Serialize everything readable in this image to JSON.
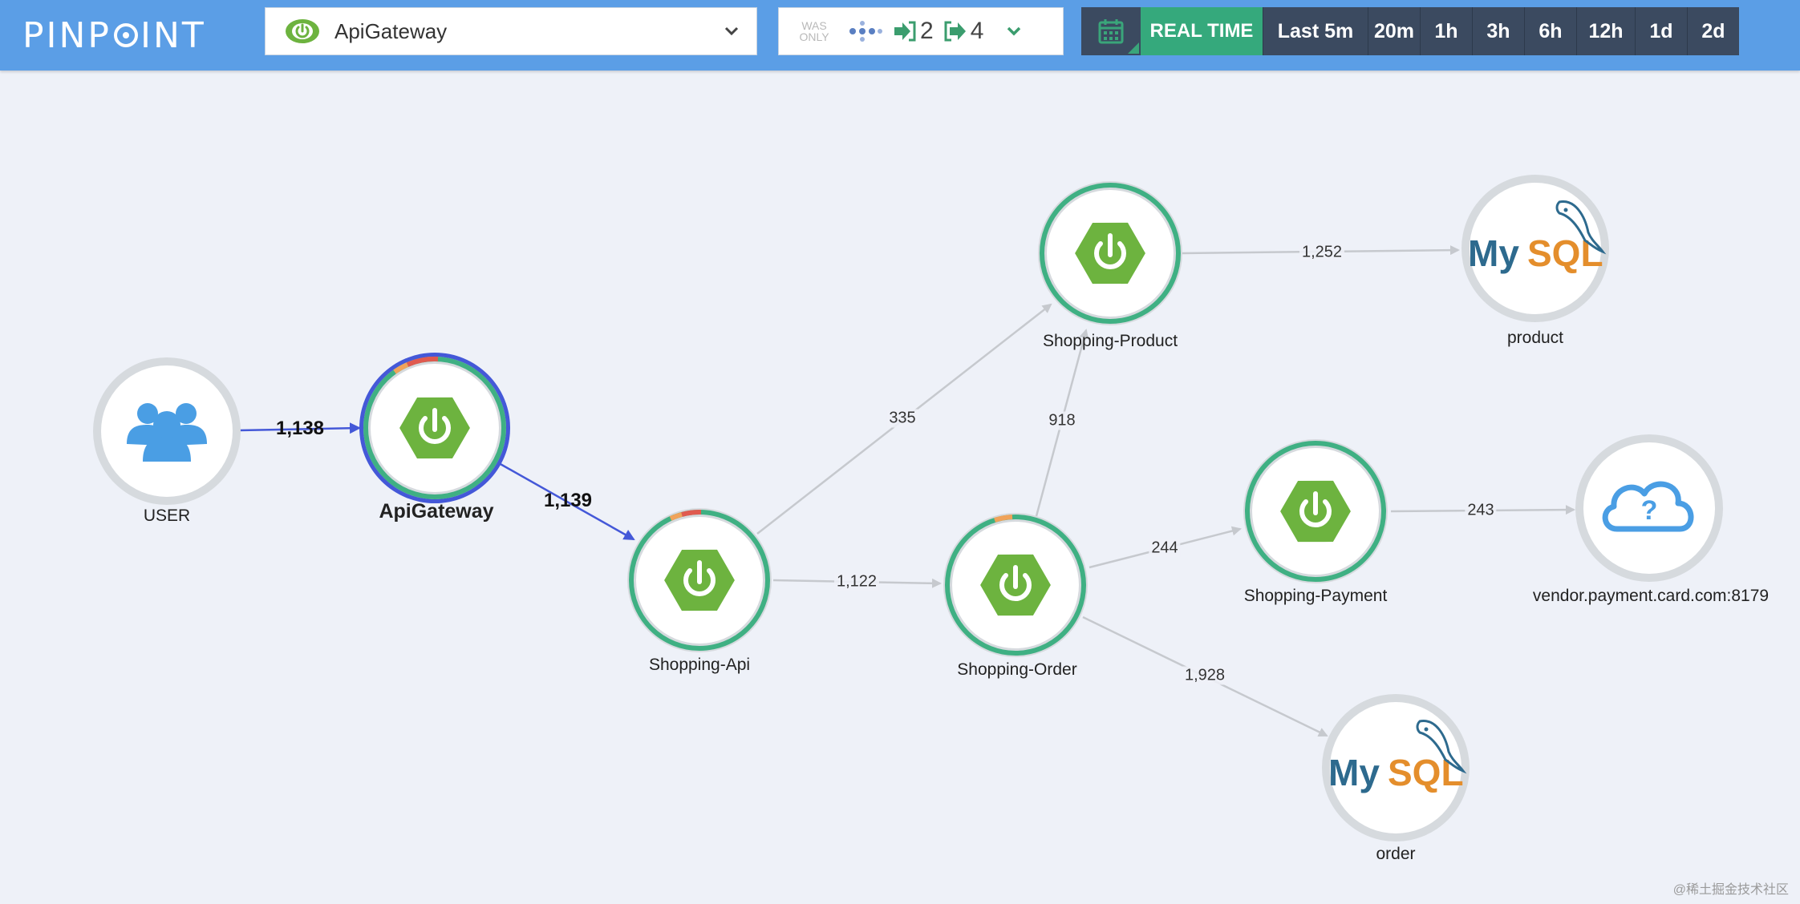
{
  "header": {
    "logo_text": "PINPOINT",
    "application": {
      "name": "ApiGateway",
      "icon": "spring-power-icon"
    },
    "filter": {
      "was_only_label": "WAS ONLY",
      "inbound_count": "2",
      "outbound_count": "4"
    },
    "time": {
      "realtime_label": "REAL TIME",
      "ranges": [
        "Last 5m",
        "20m",
        "1h",
        "3h",
        "6h",
        "12h",
        "1d",
        "2d"
      ]
    }
  },
  "colors": {
    "header_bg": "#5b9ee6",
    "spring_green": "#6db33f",
    "healthy_ring": "#3fb083",
    "selected_ring": "#4458d8",
    "edge_gray": "#c6c9ce",
    "edge_selected": "#4458d8",
    "error_red": "#e05a4f",
    "warn_orange": "#f0a35a"
  },
  "map": {
    "nodes": [
      {
        "id": "user",
        "label": "USER",
        "icon": "users-icon"
      },
      {
        "id": "apigateway",
        "label": "ApiGateway",
        "icon": "spring-power-icon"
      },
      {
        "id": "shopping_api",
        "label": "Shopping-Api",
        "icon": "spring-power-icon"
      },
      {
        "id": "shopping_product",
        "label": "Shopping-Product",
        "icon": "spring-power-icon"
      },
      {
        "id": "shopping_order",
        "label": "Shopping-Order",
        "icon": "spring-power-icon"
      },
      {
        "id": "shopping_payment",
        "label": "Shopping-Payment",
        "icon": "spring-power-icon"
      },
      {
        "id": "product",
        "label": "product",
        "icon": "mysql-icon"
      },
      {
        "id": "order",
        "label": "order",
        "icon": "mysql-icon"
      },
      {
        "id": "vendor",
        "label": "vendor.payment.card.com:8179",
        "icon": "unknown-cloud-icon"
      }
    ],
    "edges": [
      {
        "from": "user",
        "to": "apigateway",
        "count": "1,138"
      },
      {
        "from": "apigateway",
        "to": "shopping_api",
        "count": "1,139"
      },
      {
        "from": "shopping_api",
        "to": "shopping_product",
        "count": "335"
      },
      {
        "from": "shopping_api",
        "to": "shopping_order",
        "count": "1,122"
      },
      {
        "from": "shopping_order",
        "to": "shopping_product",
        "count": "918"
      },
      {
        "from": "shopping_product",
        "to": "product",
        "count": "1,252"
      },
      {
        "from": "shopping_order",
        "to": "shopping_payment",
        "count": "244"
      },
      {
        "from": "shopping_payment",
        "to": "vendor",
        "count": "243"
      },
      {
        "from": "shopping_order",
        "to": "order",
        "count": "1,928"
      }
    ]
  },
  "mysql_text": {
    "my": "My",
    "sql": "SQL"
  },
  "watermark": "@稀土掘金技术社区"
}
